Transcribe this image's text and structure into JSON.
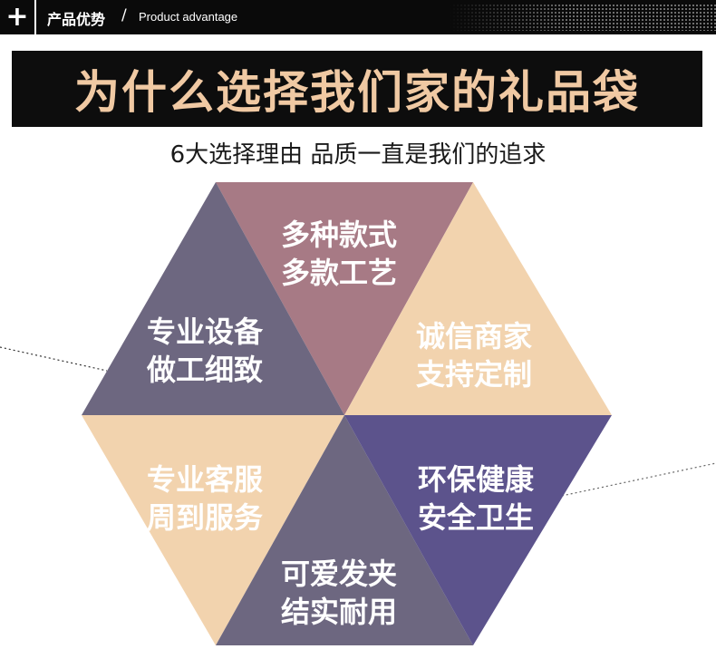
{
  "header": {
    "cn_label": "产品优势",
    "separator": "/",
    "en_label": "Product advantage",
    "plus_icon": "+"
  },
  "banner": {
    "title": "为什么选择我们家的礼品袋"
  },
  "subtitle": "6大选择理由 品质一直是我们的追求",
  "colors": {
    "banner_text": "#f0c9a3",
    "segment_top": "#a77a85",
    "segment_top_left": "#6d6780",
    "segment_top_right": "#f2d3ae",
    "segment_bottom_left": "#f2d3ae",
    "segment_bottom": "#6d6780",
    "segment_bottom_right": "#5c538c"
  },
  "segments": [
    {
      "id": "top",
      "line1": "多种款式",
      "line2": "多款工艺"
    },
    {
      "id": "top_left",
      "line1": "专业设备",
      "line2": "做工细致"
    },
    {
      "id": "top_right",
      "line1": "诚信商家",
      "line2": "支持定制"
    },
    {
      "id": "bottom_left",
      "line1": "专业客服",
      "line2": "周到服务"
    },
    {
      "id": "bottom",
      "line1": "可爱发夹",
      "line2": "结实耐用"
    },
    {
      "id": "bottom_right",
      "line1": "环保健康",
      "line2": "安全卫生"
    }
  ]
}
